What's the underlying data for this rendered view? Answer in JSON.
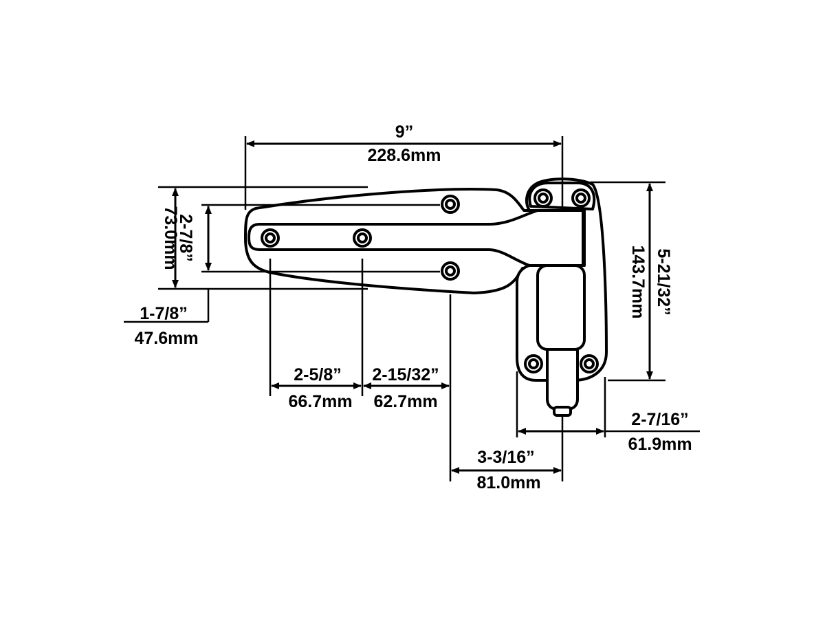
{
  "line_color": "#000000",
  "background": "#ffffff",
  "dimensions": {
    "overall_length": {
      "imperial": "9”",
      "metric": "228.6mm"
    },
    "strap_height": {
      "imperial": "2-7/8”",
      "metric": "73.0mm"
    },
    "hole_row_spacing": {
      "imperial": "1-7/8”",
      "metric": "47.6mm"
    },
    "hole_spacing_1": {
      "imperial": "2-5/8”",
      "metric": "66.7mm"
    },
    "hole_spacing_2": {
      "imperial": "2-15/32”",
      "metric": "62.7mm"
    },
    "overall_height": {
      "imperial": "5-21/32”",
      "metric": "143.7mm"
    },
    "offset_to_pin": {
      "imperial": "3-3/16”",
      "metric": "81.0mm"
    },
    "base_width": {
      "imperial": "2-7/16”",
      "metric": "61.9mm"
    }
  }
}
